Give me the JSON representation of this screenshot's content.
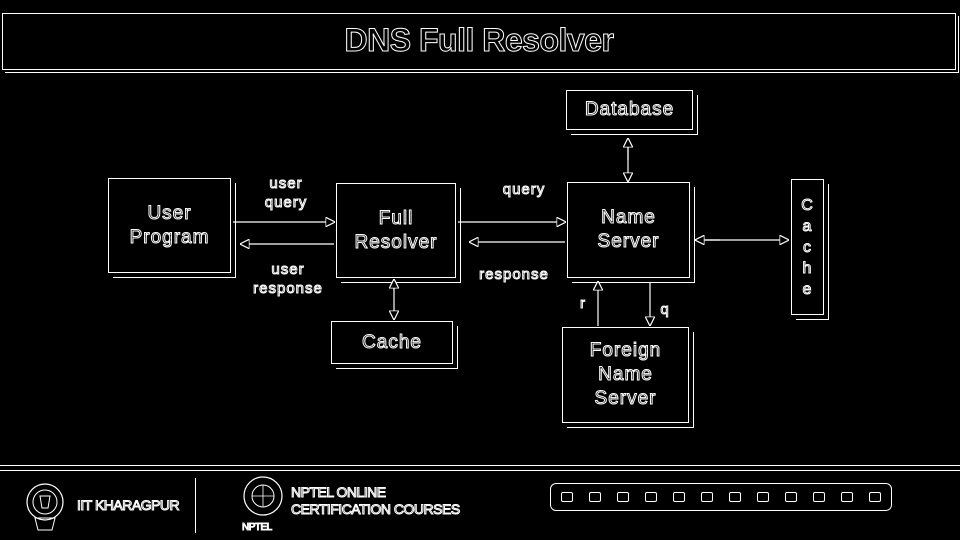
{
  "slide": {
    "title": "DNS Full Resolver"
  },
  "diagram": {
    "boxes": {
      "user_program": "User Program",
      "full_resolver": "Full Resolver",
      "cache_bottom": "Cache",
      "database": "Database",
      "name_server": "Name Server",
      "foreign_name_server": "Foreign Name Server",
      "cache_side": [
        "C",
        "a",
        "c",
        "h",
        "e"
      ]
    },
    "labels": {
      "user_query": "user query",
      "user_response": "user response",
      "query": "query",
      "response": "response",
      "r": "r",
      "q": "q"
    }
  },
  "footer": {
    "institute": "IIT KHARAGPUR",
    "nptel_line1": "NPTEL ONLINE",
    "nptel_line2": "CERTIFICATION COURSES",
    "nptel_small": "NPTEL"
  }
}
